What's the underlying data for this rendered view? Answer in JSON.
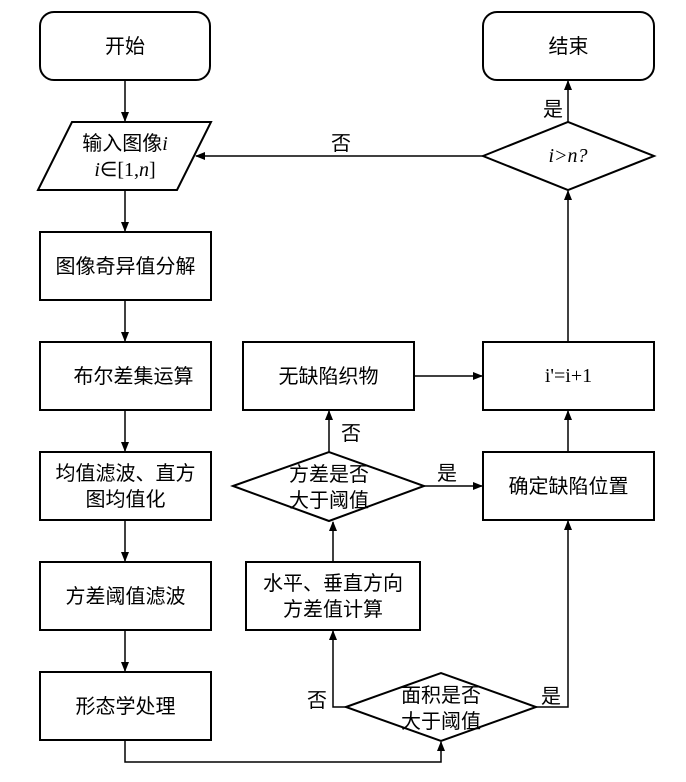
{
  "nodes": {
    "start": "开始",
    "input_line1": "输入图像",
    "input_var": "i",
    "input_line2_var": "i",
    "input_line2_rest": "∈[1,",
    "input_line2_n": "n",
    "input_line2_end": "]",
    "svd": "图像奇异值分解",
    "boolean": "布尔差集运算",
    "filter_line1": "均值滤波、直方",
    "filter_line2": "图均值化",
    "variance_filter": "方差阈值滤波",
    "morph": "形态学处理",
    "area_decision_line1": "面积是否",
    "area_decision_line2": "大于阈值",
    "calc_line1": "水平、垂直方向",
    "calc_line2": "方差值计算",
    "var_decision_line1": "方差是否",
    "var_decision_line2": "大于阈值",
    "no_defect": "无缺陷织物",
    "locate": "确定缺陷位置",
    "increment": "i'=i+1",
    "loop_decision": "i>n?",
    "end": "结束"
  },
  "edge_labels": {
    "loop_no": "否",
    "loop_yes": "是",
    "var_no": "否",
    "var_yes": "是",
    "area_no": "否",
    "area_yes": "是"
  }
}
